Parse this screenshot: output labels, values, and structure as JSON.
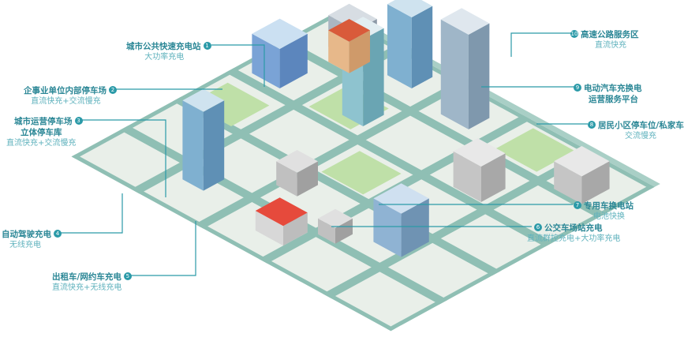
{
  "callouts": [
    {
      "num": "1",
      "title": "城市公共快速充电站",
      "sub": "大功率充电"
    },
    {
      "num": "2",
      "title": "企事业单位内部停车场",
      "sub": "直流快充+交流慢充"
    },
    {
      "num": "3",
      "title": "城市运营停车场",
      "title2": "立体停车库",
      "sub": "直流快充+交流慢充"
    },
    {
      "num": "4",
      "title": "自动驾驶充电",
      "sub": "无线充电"
    },
    {
      "num": "5",
      "title": "出租车/网约车充电",
      "sub": "直流快充+无线充电"
    },
    {
      "num": "6",
      "title": "公交车场站充电",
      "sub": "直流群控充电+大功率充电"
    },
    {
      "num": "7",
      "title": "专用车换电站",
      "sub": "电池快换"
    },
    {
      "num": "8",
      "title": "居民小区停车位/私家车库",
      "sub": "交流慢充"
    },
    {
      "num": "9",
      "title": "电动汽车充换电",
      "title2": "运营服务平台"
    },
    {
      "num": "10",
      "title": "高速公路服务区",
      "sub": "直流快充"
    }
  ],
  "colors": {
    "accent": "#2b8796",
    "road": "#8fbfb4",
    "ground": "#e9efe9",
    "green": "#3da64a"
  }
}
